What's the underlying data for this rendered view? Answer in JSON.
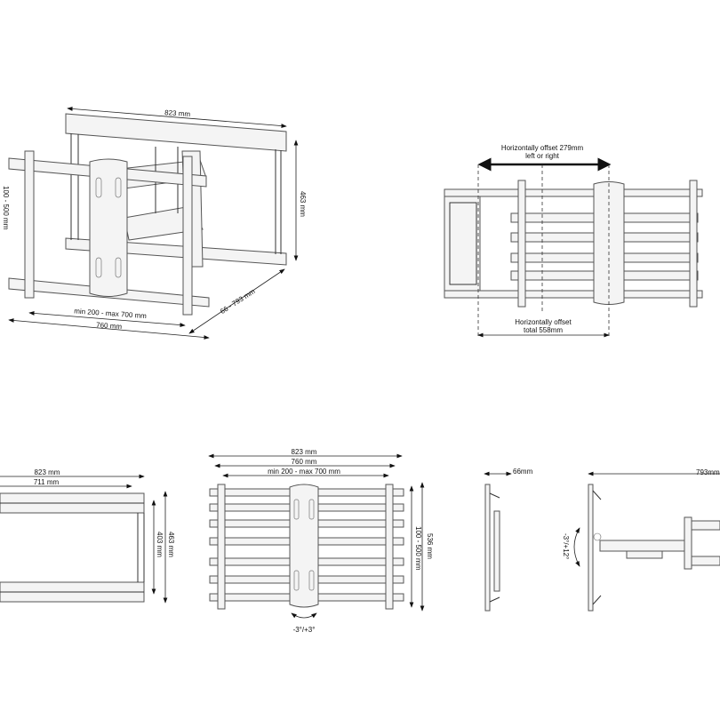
{
  "perspective_view": {
    "width_label": "823 mm",
    "height_label": "463 mm",
    "extension_label": "66 - 793 mm",
    "vesa_width_label": "min 200 - max 700 mm",
    "bracket_width_label": "760 mm",
    "vesa_height_label": "100 - 500 mm"
  },
  "offset_view": {
    "top_label_line1": "Horizontally offset 279mm",
    "top_label_line2": "left or right",
    "bottom_label_line1": "Horizontally offset",
    "bottom_label_line2": "total 558mm"
  },
  "wall_plate_view": {
    "width_label": "823 mm",
    "inner_width_label": "711 mm",
    "inner_height_label": "403 mm",
    "height_label": "463 mm"
  },
  "front_view": {
    "width_label": "823 mm",
    "bracket_width_label": "760 mm",
    "vesa_width_label": "min 200 - max 700 mm",
    "vesa_height_label": "100 - 500 mm",
    "height_label": "536 mm",
    "rotation_label": "-3°/+3°"
  },
  "side_folded_view": {
    "depth_label": "66mm"
  },
  "side_extended_view": {
    "depth_label": "793mm",
    "tilt_label": "-3°/+12°"
  }
}
